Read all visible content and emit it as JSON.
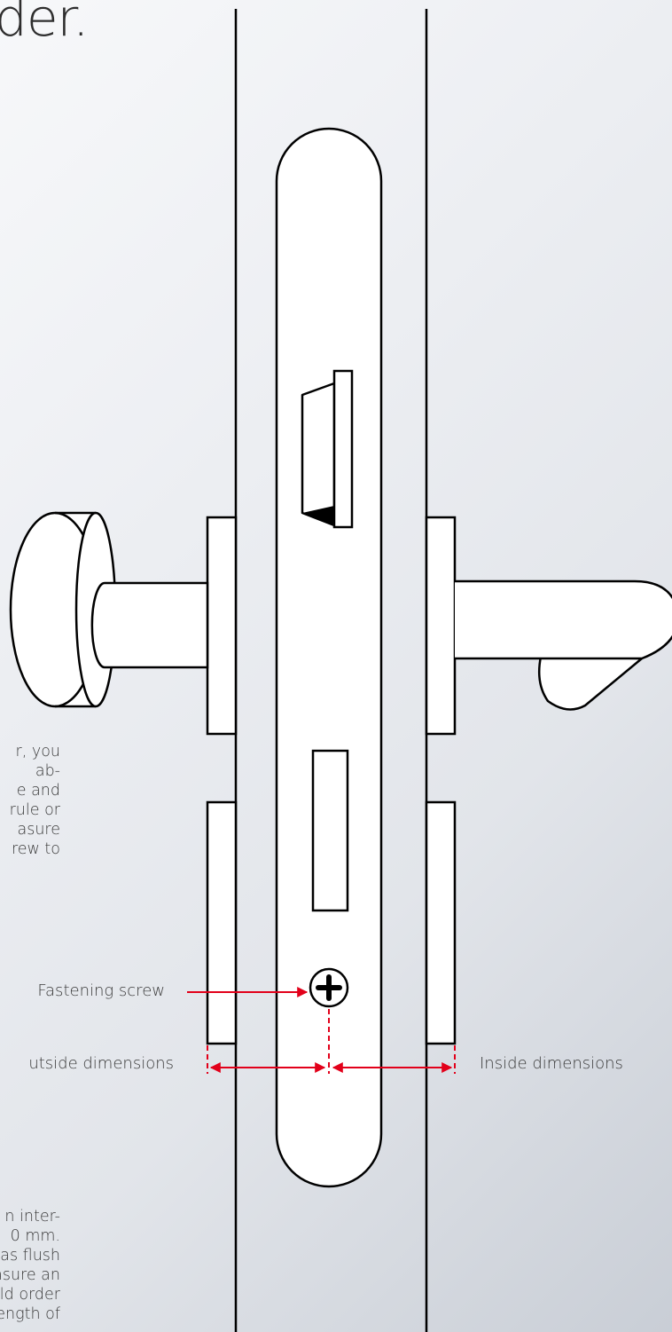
{
  "heading": "der.",
  "paragraph_top": [
    "r, you",
    "ab-",
    "e and",
    "rule or",
    "asure",
    "rew to"
  ],
  "paragraph_bottom": [
    "n inter-",
    "0 mm.",
    "as flush",
    "asure an",
    "uld order",
    "ength of"
  ],
  "labels": {
    "fastening_screw": "Fastening screw",
    "outside_dimensions": "utside dimensions",
    "inside_dimensions": "Inside dimensions"
  },
  "colors": {
    "outline": "#000000",
    "fill": "#ffffff",
    "dimension": "#e2001a",
    "text": "#3a3a3a"
  }
}
